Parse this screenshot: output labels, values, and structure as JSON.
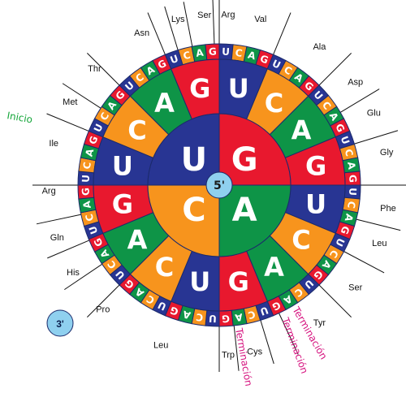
{
  "colors": {
    "A": "#0e9447",
    "G": "#e8182e",
    "U": "#283593",
    "C": "#f7941d",
    "ring_border": "#1b2a6b",
    "center_circle": "#8fd0ef",
    "inicio": "#13a538",
    "terminacion": "#d6137f"
  },
  "center_label": "5'",
  "end_label": "3'",
  "first_ring": [
    "G",
    "A",
    "C",
    "U"
  ],
  "second_ring": [
    "U",
    "C",
    "A",
    "G",
    "U",
    "C",
    "A",
    "G",
    "U",
    "C",
    "A",
    "G",
    "U",
    "C",
    "A",
    "G"
  ],
  "third_ring": [
    "U",
    "C",
    "A",
    "G",
    "U",
    "C",
    "A",
    "G",
    "U",
    "C",
    "A",
    "G",
    "U",
    "C",
    "A",
    "G",
    "U",
    "C",
    "A",
    "G",
    "U",
    "C",
    "A",
    "G",
    "U",
    "C",
    "A",
    "G",
    "U",
    "C",
    "A",
    "G",
    "U",
    "C",
    "A",
    "G",
    "U",
    "C",
    "A",
    "G",
    "U",
    "C",
    "A",
    "G",
    "U",
    "C",
    "A",
    "G",
    "U",
    "C",
    "A",
    "G",
    "U",
    "C",
    "A",
    "G",
    "U",
    "C",
    "A",
    "G",
    "U",
    "C",
    "A",
    "G"
  ],
  "amino_acids": [
    {
      "label": "Val",
      "angle": 14
    },
    {
      "label": "Ala",
      "angle": 36
    },
    {
      "label": "Asp",
      "angle": 53
    },
    {
      "label": "Glu",
      "angle": 65
    },
    {
      "label": "Gly",
      "angle": 79
    },
    {
      "label": "Phe",
      "angle": 98
    },
    {
      "label": "Leu",
      "angle": 110
    },
    {
      "label": "Ser",
      "angle": 127
    },
    {
      "label": "Tyr",
      "angle": 144
    },
    {
      "label": "Cys",
      "angle": 168
    },
    {
      "label": "Trp",
      "angle": 177
    },
    {
      "label": "Leu",
      "angle": 200
    },
    {
      "label": "Pro",
      "angle": 223
    },
    {
      "label": "His",
      "angle": 239
    },
    {
      "label": "Gln",
      "angle": 252
    },
    {
      "label": "Arg",
      "angle": 268
    },
    {
      "label": "Ile",
      "angle": 284
    },
    {
      "label": "Met",
      "angle": 299
    },
    {
      "label": "Thr",
      "angle": 313
    },
    {
      "label": "Asn",
      "angle": 333
    },
    {
      "label": "Lys",
      "angle": 346
    },
    {
      "label": "Ser",
      "angle": 355
    },
    {
      "label": "Arg",
      "angle": 3
    }
  ],
  "divider_angles": [
    0,
    22.5,
    45,
    59,
    73,
    90,
    104,
    118,
    135,
    155,
    163,
    174,
    180,
    225,
    236,
    247,
    258,
    270,
    292.5,
    303,
    315,
    337.5,
    343,
    349,
    358
  ],
  "inicio_label": "Inicio",
  "terminacion_labels": [
    "Terminación",
    "Terminación",
    "Terminación"
  ]
}
